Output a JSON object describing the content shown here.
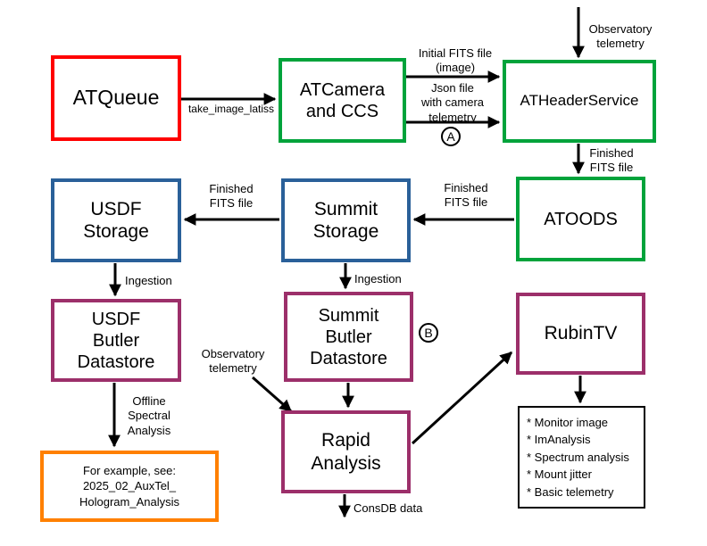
{
  "nodes": {
    "atqueue": "ATQueue",
    "atcamera": "ATCamera\nand CCS",
    "atheaderservice": "ATHeaderService",
    "atoods": "ATOODS",
    "summit_storage": "Summit\nStorage",
    "usdf_storage": "USDF\nStorage",
    "usdf_butler": "USDF\nButler\nDatastore",
    "summit_butler": "Summit\nButler\nDatastore",
    "rubintv": "RubinTV",
    "rapid_analysis": "Rapid\nAnalysis",
    "example_note": "For example, see:\n2025_02_AuxTel_\nHologram_Analysis",
    "analysis_list": "* Monitor image\n* ImAnalysis\n* Spectrum analysis\n* Mount jitter\n* Basic telemetry"
  },
  "edge_labels": {
    "take_image": "take_image_latiss",
    "initial_fits": "Initial FITS file\n(image)",
    "json_file": "Json file\nwith camera\ntelemetry",
    "marker_a": "A",
    "marker_b": "B",
    "observatory_telemetry_top": "Observatory\ntelemetry",
    "observatory_telemetry_mid": "Observatory\ntelemetry",
    "finished_fits_right": "Finished\nFITS file",
    "finished_fits_mid": "Finished\nFITS file",
    "finished_fits_left": "Finished\nFITS file",
    "ingestion_left": "Ingestion",
    "ingestion_mid": "Ingestion",
    "offline_spectral": "Offline\nSpectral\nAnalysis",
    "consdb": "ConsDB data"
  },
  "colors": {
    "red": "#ff0000",
    "green": "#00a33b",
    "blue": "#2a6099",
    "purple": "#9c2f6a",
    "orange": "#ff8000",
    "black": "#000000"
  }
}
